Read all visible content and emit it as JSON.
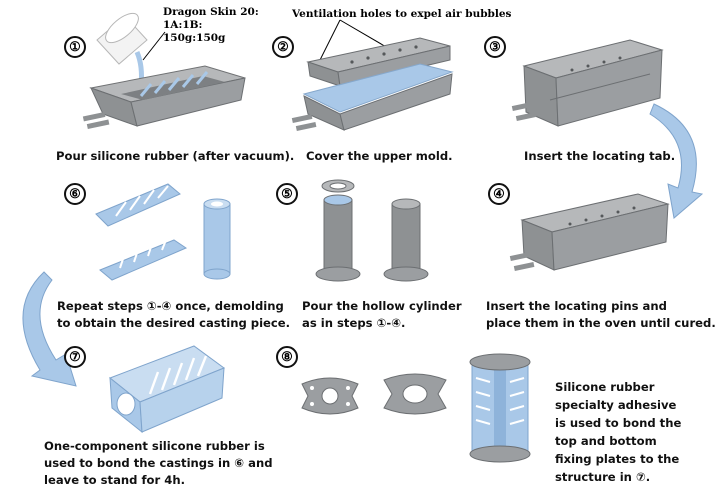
{
  "steps": {
    "s1": {
      "badge": "①",
      "caption": "Pour silicone rubber (after vacuum)."
    },
    "s2": {
      "badge": "②",
      "caption": "Cover the upper mold."
    },
    "s3": {
      "badge": "③",
      "caption": "Insert the locating tab."
    },
    "s4": {
      "badge": "④",
      "caption_line1": "Insert the locating pins and",
      "caption_line2": "place them in the oven until cured."
    },
    "s5": {
      "badge": "⑤",
      "caption_line1": "Pour the hollow cylinder",
      "caption_line2": "as in steps ①-④."
    },
    "s6": {
      "badge": "⑥",
      "caption_line1": "Repeat steps ①-④ once, demolding",
      "caption_line2": "to obtain the desired casting piece."
    },
    "s7": {
      "badge": "⑦",
      "caption_line1": "One-component silicone rubber is",
      "caption_line2": "used to bond the castings in ⑥ and",
      "caption_line3": "leave to stand for 4h."
    },
    "s8": {
      "badge": "⑧",
      "caption_line1": "Silicone rubber",
      "caption_line2": "specialty adhesive",
      "caption_line3": "is used to bond the",
      "caption_line4": "top and bottom",
      "caption_line5": "fixing plates to the",
      "caption_line6": "structure in ⑦."
    }
  },
  "annotations": {
    "material_line1": "Dragon Skin 20:",
    "material_line2": "1A:1B:",
    "material_line3": "150g:150g",
    "vent_note": "Ventilation holes to expel air bubbles"
  },
  "colors": {
    "mold_gray": "#8e9193",
    "mold_dark": "#6c6f72",
    "silicone_blue": "#a9c8e8",
    "arrow_blue": "#9fc0e2"
  }
}
